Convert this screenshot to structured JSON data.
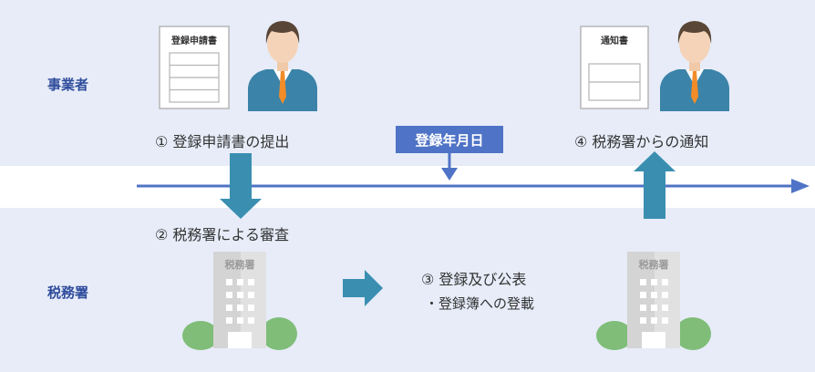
{
  "lanes": {
    "business": "事業者",
    "tax_office": "税務署"
  },
  "steps": {
    "step1": "①  登録申請書の提出",
    "step2": "②  税務署による審査",
    "step3": "③  登録及び公表",
    "step3_sub": "・登録簿への登載",
    "step4": "④  税務署からの通知"
  },
  "documents": {
    "application_form": "登録申請書",
    "notice_form": "通知書"
  },
  "buildings": {
    "left": "税務署",
    "right": "税務署"
  },
  "timeline": {
    "date_label": "登録年月日"
  },
  "colors": {
    "lane_background": "#e7ecf8",
    "timeline": "#4f73c6",
    "flow_arrow": "#3a8fb1",
    "suit": "#3b83a8",
    "tree": "#7fbd78"
  }
}
